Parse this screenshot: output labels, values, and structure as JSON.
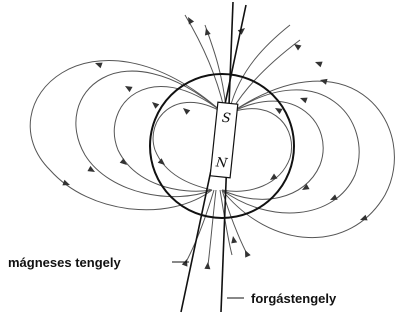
{
  "labels": {
    "pole_south": "S",
    "pole_north": "N",
    "magnetic_axis": "mágneses tengely",
    "rotation_axis": "forgástengely"
  },
  "colors": {
    "line": "#555555",
    "outline": "#111111",
    "background": "#ffffff"
  }
}
